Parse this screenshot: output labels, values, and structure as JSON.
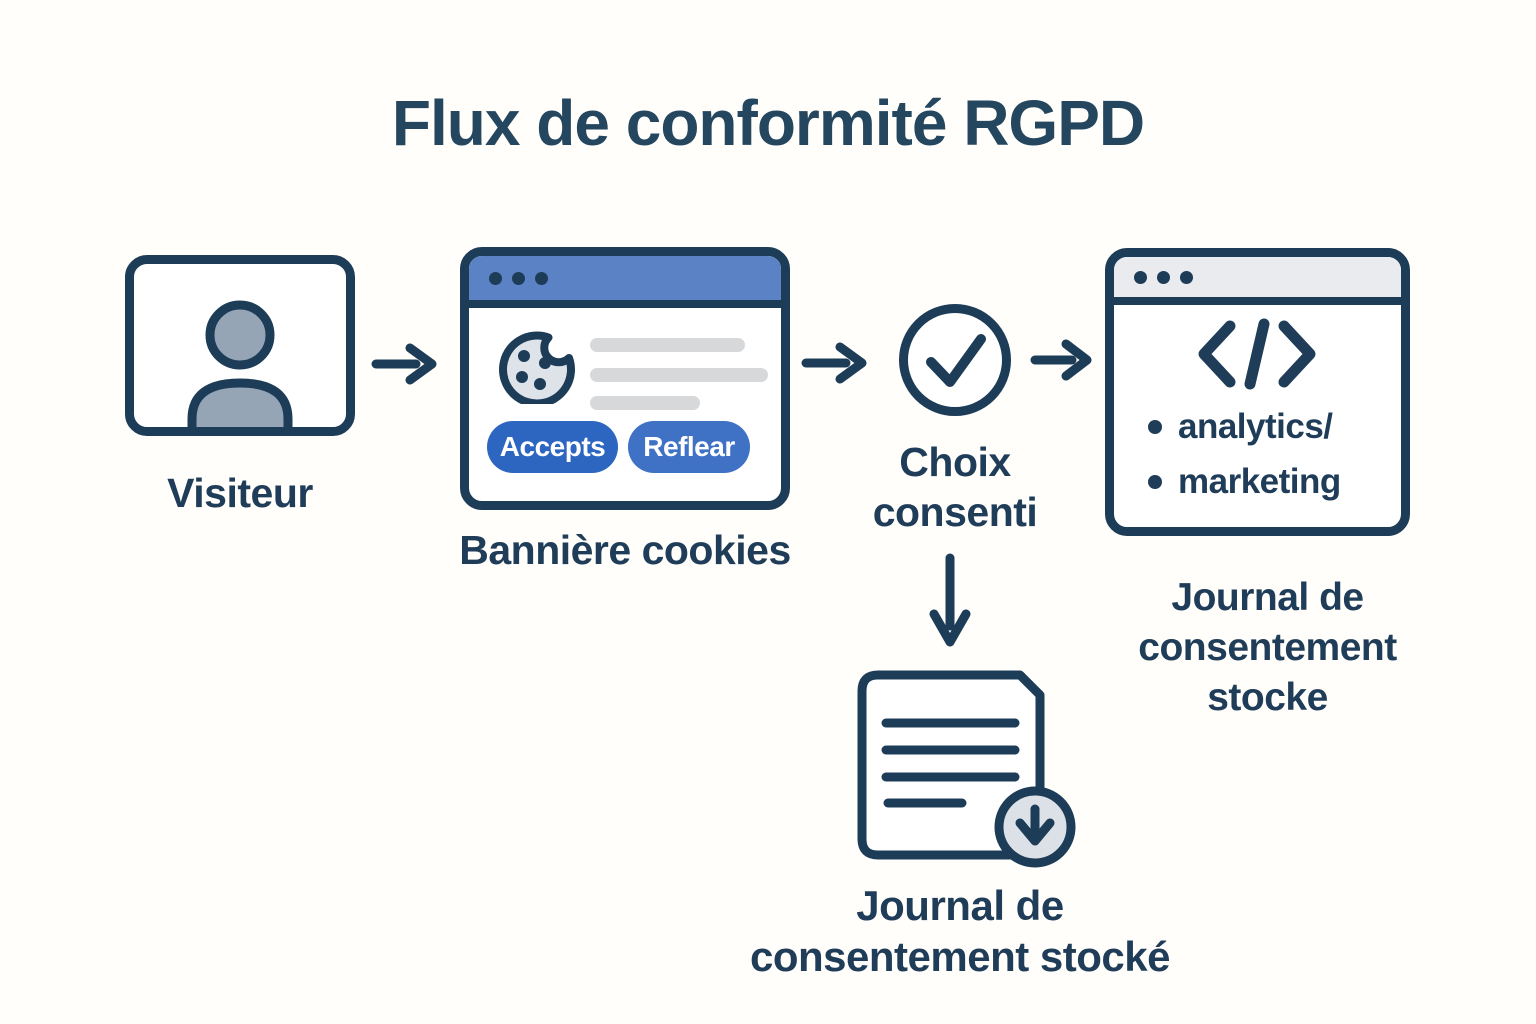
{
  "title": "Flux de conformité RGPD",
  "colors": {
    "outline_navy": "#1d3c58",
    "text_navy": "#1f3c58",
    "title_navy": "#24465f",
    "window_bar_blue": "#5b82c4",
    "accept_button_blue": "#2d66c0",
    "refuse_button_blue": "#3f71c5",
    "light_window_bar_gray": "#e9ebee",
    "placeholder_line_gray": "#d6d8da",
    "person_fill_gray": "#96a5b5",
    "cookie_fill_gray": "#dde3e8",
    "badge_fill_gray": "#dce1e7"
  },
  "nodes": {
    "visitor": {
      "label": "Visiteur"
    },
    "cookie_banner": {
      "label": "Bannière cookies",
      "accept_button": "Accepts",
      "refuse_button": "Reflear"
    },
    "consent_choice": {
      "label_line1": "Choix",
      "label_line2": "consenti"
    },
    "consent_log_window": {
      "bullet_items": [
        "analytics/",
        "marketing"
      ],
      "label_line1": "Journal de",
      "label_line2": "consentement",
      "label_line3": "stocke"
    },
    "stored_log_document": {
      "label_line1": "Journal de",
      "label_line2": "consentement stocké"
    }
  }
}
